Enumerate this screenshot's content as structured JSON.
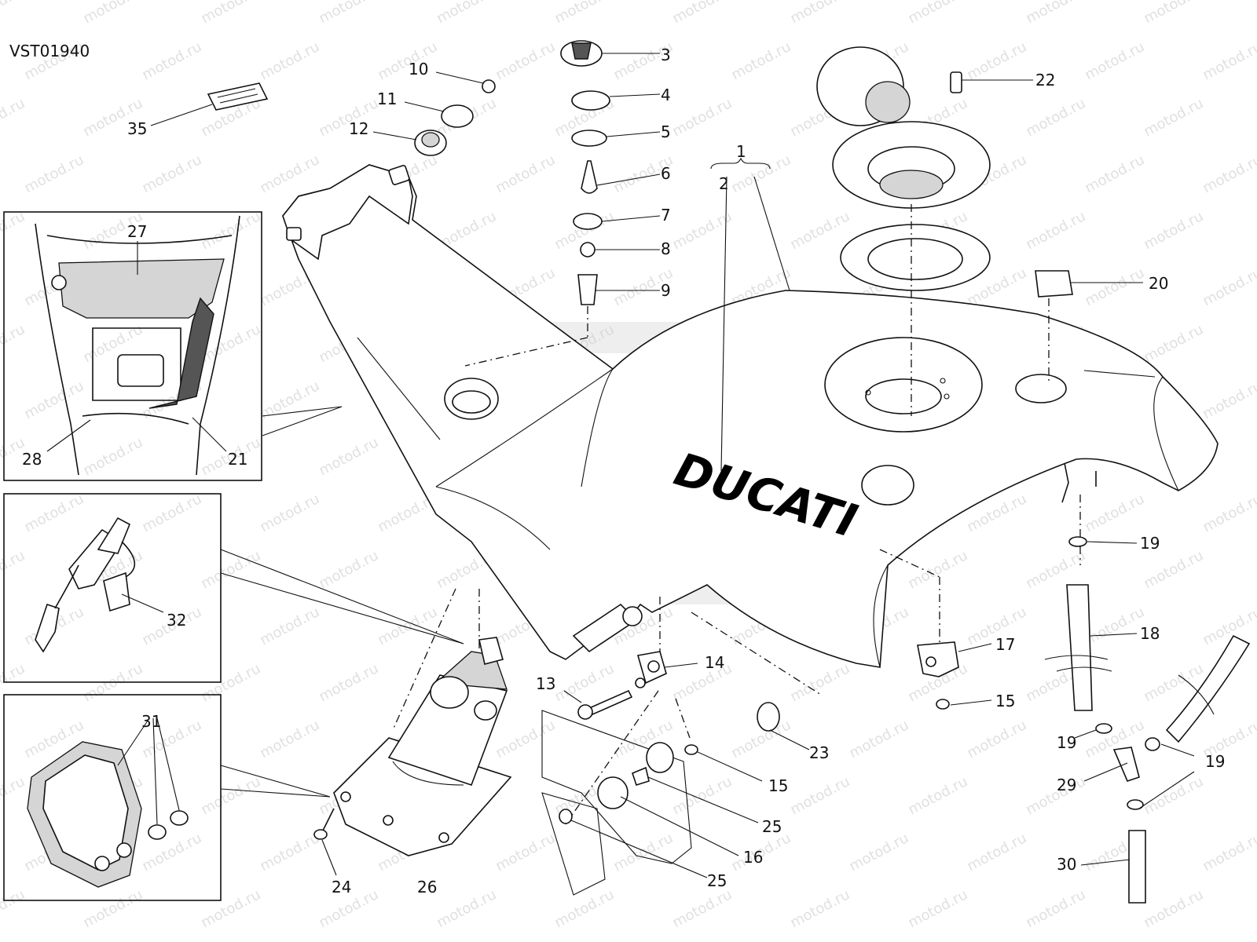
{
  "drawing_code": "VST01940",
  "brand_text": "DUCATI",
  "watermark_text": "motod.ru",
  "callouts": {
    "c1": "1",
    "c2": "2",
    "c3": "3",
    "c4": "4",
    "c5": "5",
    "c6": "6",
    "c7": "7",
    "c8": "8",
    "c9": "9",
    "c10": "10",
    "c11": "11",
    "c12": "12",
    "c13": "13",
    "c14": "14",
    "c15a": "15",
    "c15b": "15",
    "c16": "16",
    "c17": "17",
    "c18": "18",
    "c19a": "19",
    "c19b": "19",
    "c19c": "19",
    "c20": "20",
    "c21": "21",
    "c22": "22",
    "c23": "23",
    "c24": "24",
    "c25a": "25",
    "c25b": "25",
    "c26": "26",
    "c27": "27",
    "c28": "28",
    "c29": "29",
    "c30": "30",
    "c31": "31",
    "c32": "32",
    "c35": "35"
  }
}
